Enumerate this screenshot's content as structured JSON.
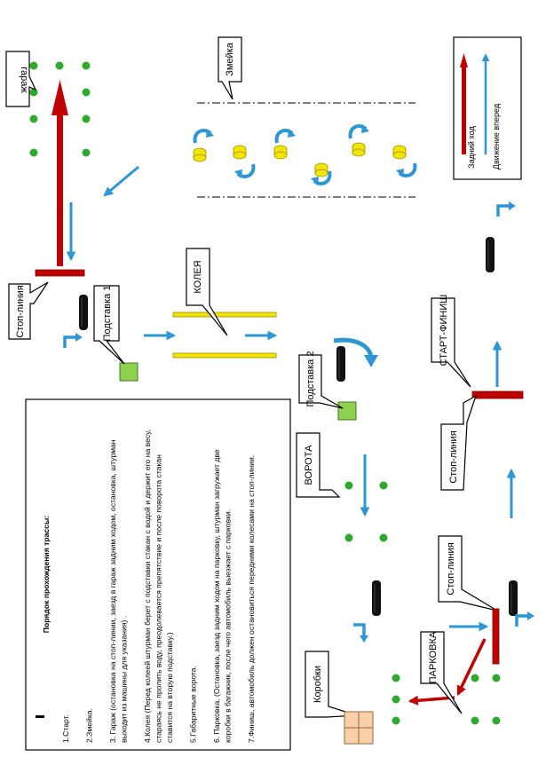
{
  "labels": {
    "garage": "гараж",
    "snake": "Змейка",
    "stop_line_1": "Стоп-линия",
    "support_1": "Подставка 1",
    "track": "КОЛЕЯ",
    "support_2": "Подставка 2",
    "gate": "ВОРОТА",
    "stop_line_2": "Стоп-линия",
    "start_finish": "СТАРТ-ФИНИШ",
    "stop_line_3": "Стоп-линия",
    "parking": "ПАРКОВКА",
    "boxes": "Коробки"
  },
  "legend": {
    "reverse": "Задний ход",
    "forward": "Движение вперед"
  },
  "colors": {
    "reverse_arrow": "#c00000",
    "forward_arrow": "#2e96d3",
    "cone_green": "#2ea82e",
    "snake_cone": "#f2e400",
    "track_rail": "#f2e400",
    "support_box": "#8fd14f",
    "box": "#f8cfa8"
  },
  "rules": {
    "title": "Порядок прохождения трассы:",
    "items": [
      "1.Старт.",
      "2.Змейка.",
      "3. Гараж (остановка на стоп-линии, заезд в гараж задним ходом, остановка, штурман выходит из машины для указания) .",
      "4.Колея (Перед колеей штурман берет с подставки стакан с водой и держит его на весу, стараясь не пролить воду, преодолевается препятствие и после поворота стакан ставится на вторую подставку.)",
      "5.Габаритные ворота.",
      "6. Парковка. (Остановка, заезд задним ходом на парковку, штурман загружает две коробки в багажник, после чего автомобиль выезжает с парковки.",
      "7.Финиш, автомобиль должен остановиться передними колесами на стоп-линии."
    ]
  }
}
